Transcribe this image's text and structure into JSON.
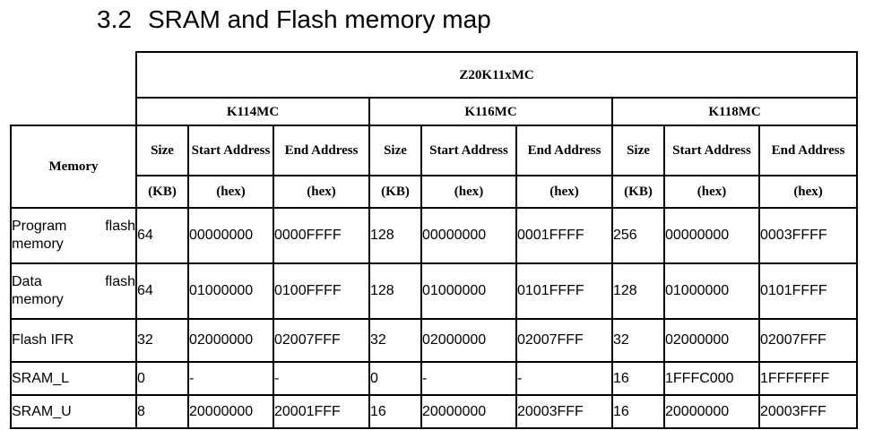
{
  "heading": {
    "number": "3.2",
    "title": "SRAM and Flash memory map"
  },
  "table": {
    "family": "Z20K11xMC",
    "parts": [
      "K114MC",
      "K116MC",
      "K118MC"
    ],
    "memory_label": "Memory",
    "col_size": "Size",
    "col_start": "Start Address",
    "col_end": "End Address",
    "unit_size": "(KB)",
    "unit_hex": "(hex)",
    "rows": [
      {
        "label_line1": "Program flash",
        "label_line2": "memory",
        "cells": [
          "64",
          "00000000",
          "0000FFFF",
          "128",
          "00000000",
          "0001FFFF",
          "256",
          "00000000",
          "0003FFFF"
        ]
      },
      {
        "label_line1": "Data flash",
        "label_line2": "memory",
        "cells": [
          "64",
          "01000000",
          "0100FFFF",
          "128",
          "01000000",
          "0101FFFF",
          "128",
          "01000000",
          "0101FFFF"
        ]
      },
      {
        "label_line1": "Flash IFR",
        "cells": [
          "32",
          "02000000",
          "02007FFF",
          "32",
          "02000000",
          "02007FFF",
          "32",
          "02000000",
          "02007FFF"
        ]
      },
      {
        "label_line1": "SRAM_L",
        "cells": [
          "0",
          "-",
          "-",
          "0",
          "-",
          "-",
          "16",
          "1FFFC000",
          "1FFFFFFF"
        ]
      },
      {
        "label_line1": "SRAM_U",
        "cells": [
          "8",
          "20000000",
          "20001FFF",
          "16",
          "20000000",
          "20003FFF",
          "16",
          "20000000",
          "20003FFF"
        ]
      }
    ]
  }
}
